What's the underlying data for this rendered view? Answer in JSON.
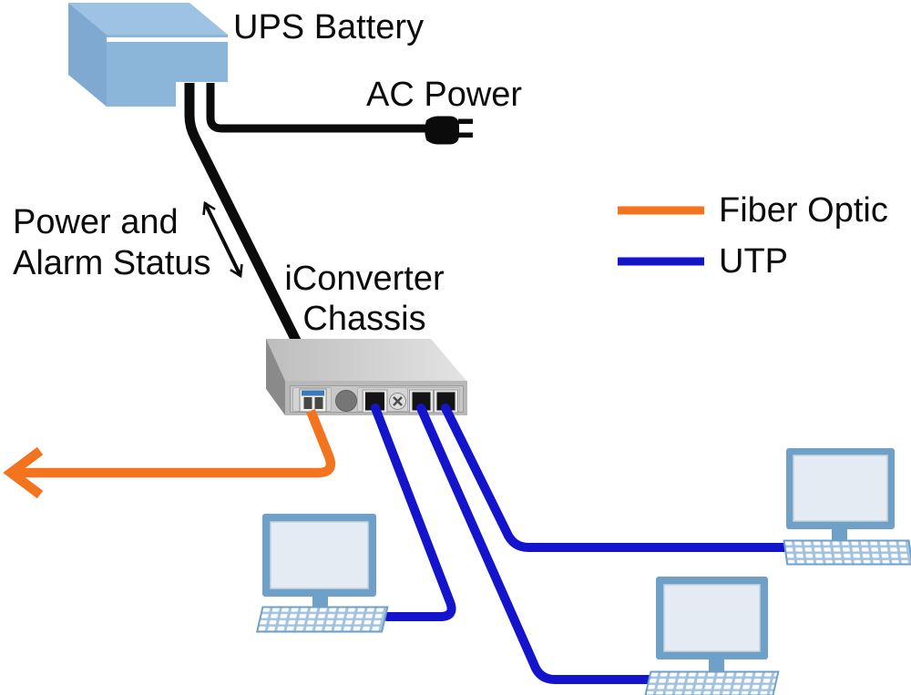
{
  "labels": {
    "ups_battery": "UPS Battery",
    "ac_power": "AC Power",
    "power_alarm_line1": "Power and",
    "power_alarm_line2": "Alarm Status",
    "chassis_line1": "iConverter",
    "chassis_line2": "Chassis"
  },
  "legend": {
    "items": [
      {
        "label": "Fiber Optic",
        "color": "#F4731F"
      },
      {
        "label": "UTP",
        "color": "#1414CC"
      }
    ]
  },
  "colors": {
    "cable_black": "#0B0B0B",
    "fiber_orange": "#F4731F",
    "utp_blue": "#1414CC",
    "battery_front": "#8CB5DA",
    "battery_top": "#9DC2E3",
    "battery_side": "#7FA9D1",
    "chassis_front": "#B8B8B8",
    "chassis_side": "#8A8A8A",
    "monitor_frame": "#6FA0C8",
    "monitor_screen": "#E4EBF2",
    "text": "#0C0C0C"
  }
}
